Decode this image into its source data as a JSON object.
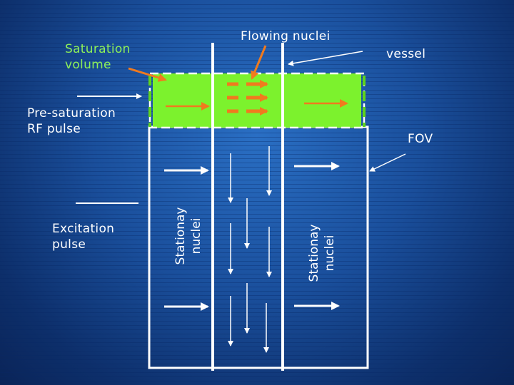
{
  "labels": {
    "flowing_nuclei": "Flowing nuclei",
    "saturation_volume": "Saturation\nvolume",
    "vessel": "vessel",
    "pre_saturation_rf_pulse": "Pre-saturation\nRF pulse",
    "fov": "FOV",
    "excitation_pulse": "Excitation\npulse",
    "stationary_nuclei_left": "Stationay\nnuclei",
    "stationary_nuclei_right": "Stationay\nnuclei"
  },
  "colors": {
    "background": "#1a4f9c",
    "saturation_band": "#7cf22d",
    "saturation_border": "#5fd31c",
    "label_green": "#8ef05a",
    "label_white": "#ffffff",
    "arrow_orange": "#f07a1e",
    "arrow_white": "#ffffff",
    "fov_box": "#ffffff"
  }
}
